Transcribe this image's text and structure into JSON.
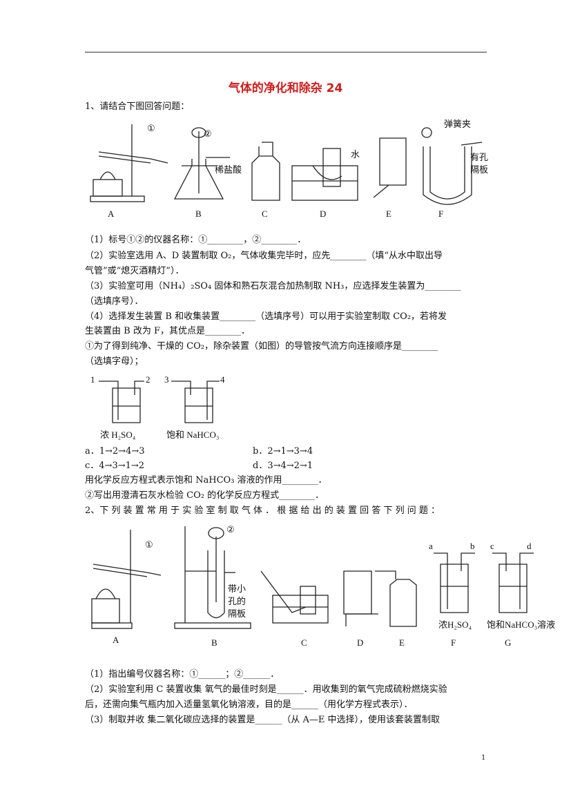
{
  "title": "气体的净化和除杂 24",
  "q1": {
    "intro": "1、请结合下图回答问题：",
    "fig_labels": [
      "A",
      "B",
      "C",
      "D",
      "E",
      "F"
    ],
    "fig_annot": {
      "circle1": "①",
      "circle2": "②",
      "dilute_hcl": "稀盐酸",
      "water": "水",
      "spring_clip": "弹簧夹",
      "porous_plate_1": "有孔",
      "porous_plate_2": "隔板"
    },
    "l1": "（1）标号①②的仪器名称：①________，②________．",
    "l2": "（2）实验室选用 A、D 装置制取 O₂，气体收集完毕时，应先________（填“从水中取出导",
    "l3": "气管”或“熄灭酒精灯”）．",
    "l4": "（3）实验室可用（NH₄）₂SO₄ 固体和熟石灰混合加热制取 NH₃，应选择发生装置为________",
    "l5": "（选填序号）．",
    "l6": "（4）选择发生装置 B 和收集装置________（选填序号）可以用于实验室制取 CO₂，若将发",
    "l7": "生装置由 B 改为 F，其优点是________．",
    "l8": "①为了得到纯净、干燥的 CO₂，除杂装置（如图）的导管按气流方向连接顺序是________",
    "l9": "（选填字母）；",
    "wash": {
      "n1": "1",
      "n2": "2",
      "n3": "3",
      "n4": "4",
      "lab1": "浓 H₂SO₄",
      "lab2": "饱和 NaHCO₃"
    },
    "opt_a": "a．1→2→4→3",
    "opt_b": "b．2→1→3→4",
    "opt_c": "c．4→3→1→2",
    "opt_d": "d．3→4→2→1",
    "l10": "用化学反应方程式表示饱和 NaHCO₃ 溶液的作用________．",
    "l11": "②写出用澄清石灰水检验 CO₂ 的化学反应方程式________．"
  },
  "q2": {
    "intro": "2、下 列 装 置 常 用 于 实 验 室 制 取 气 体 ． 根 据 给 出 的 装 置 回 答 下 列 问 题 ：",
    "fig_labels": [
      "A",
      "B",
      "C",
      "D",
      "E",
      "F",
      "G"
    ],
    "fig_annot": {
      "circle1": "①",
      "circle2": "②",
      "plate_1": "带小",
      "plate_2": "孔的",
      "plate_3": "隔板",
      "a": "a",
      "b": "b",
      "c": "c",
      "d": "d",
      "conc": "浓H₂SO₄",
      "sat": "饱和NaHCO₃溶液"
    },
    "l1": "（1）指出编号仪器名称：①______；②______．",
    "l2": "（2）实验室利用 C 装置收集 氧气的最佳时刻是______．用收集到的氧气完成硫粉燃烧实验",
    "l3": "后，还需向集气瓶内加入适量氢氧化钠溶液，目的是______（用化学方程式表示）．",
    "l4": "（3）制取并收 集二氧化碳应选择的装置是______（从 A—E 中选择），使用该套装置制取"
  },
  "page_number": "1"
}
